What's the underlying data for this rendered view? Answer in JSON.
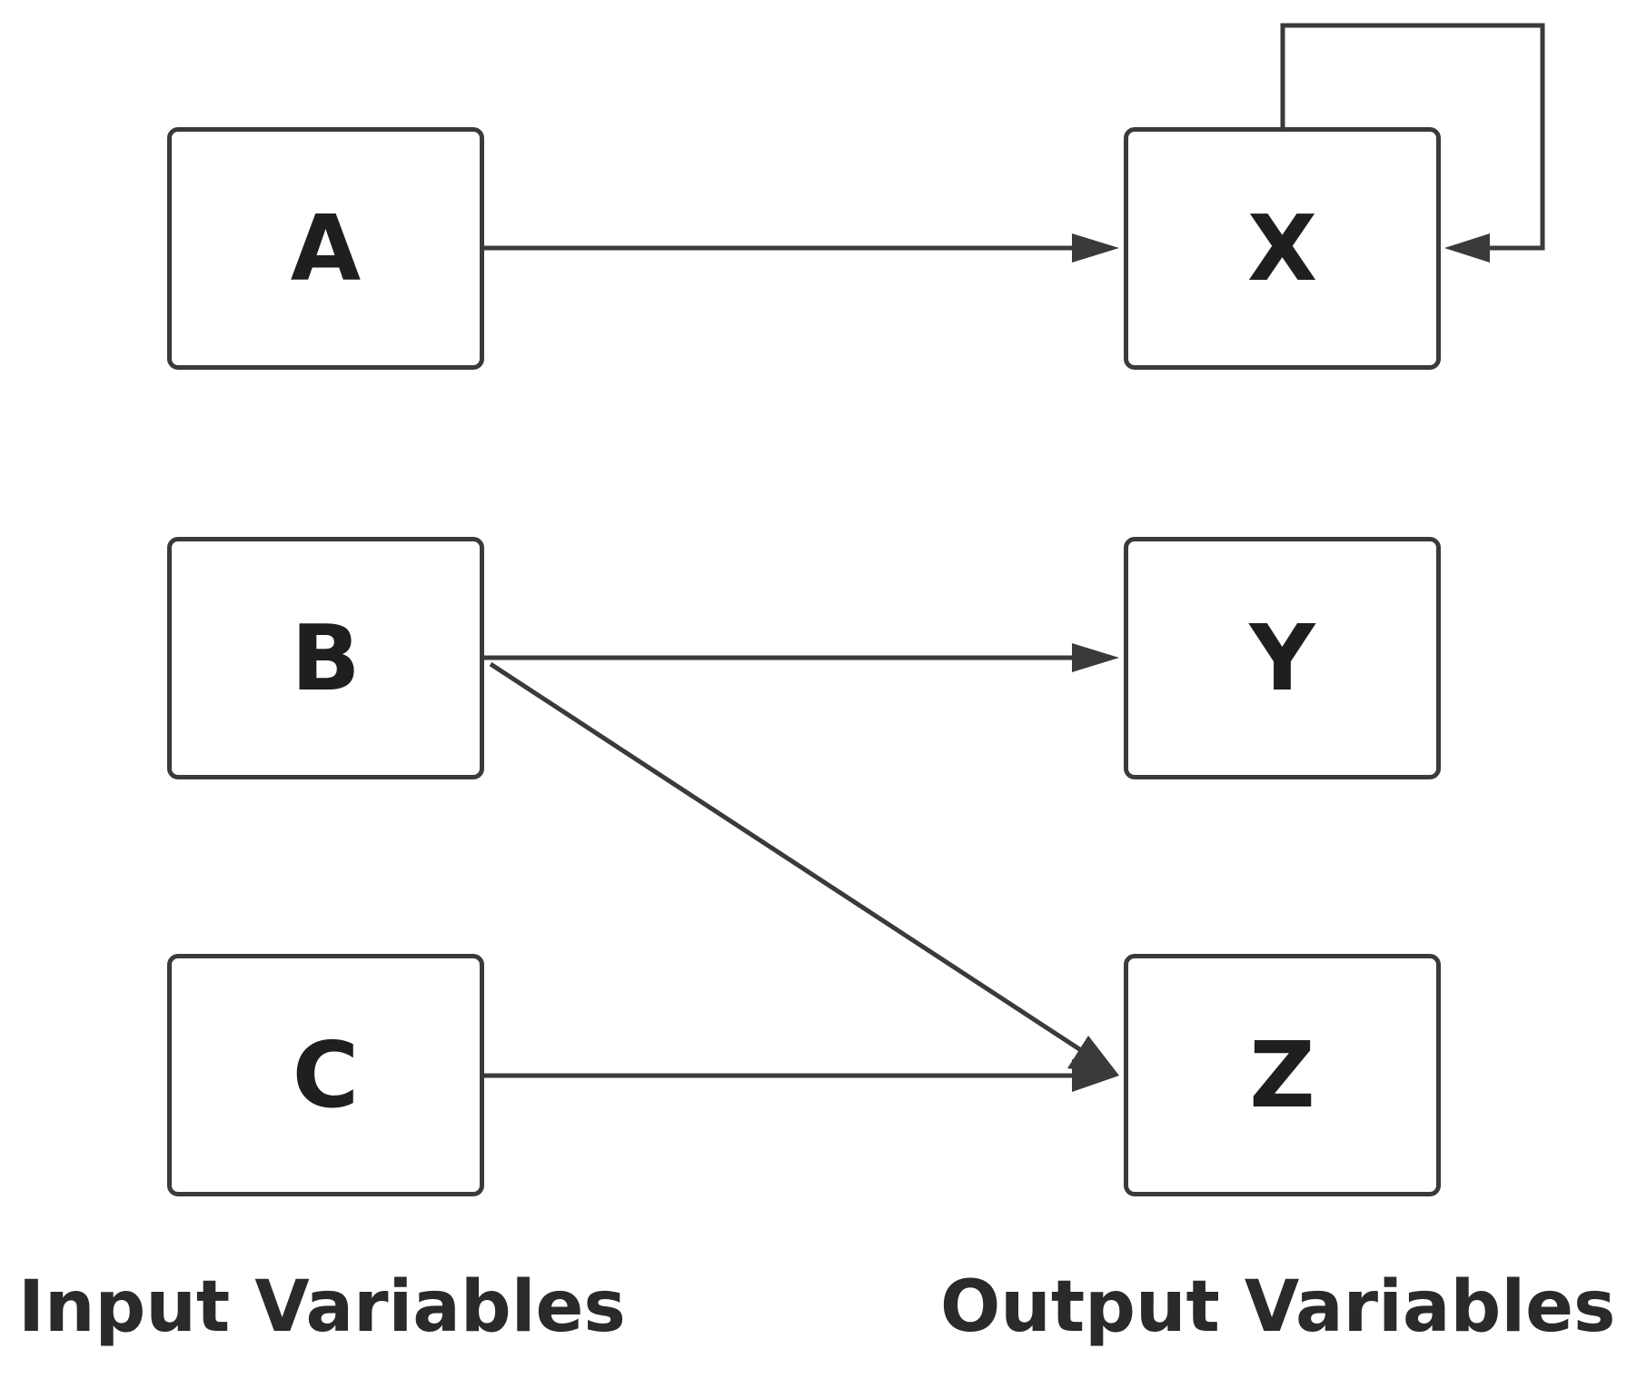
{
  "diagram": {
    "nodes": {
      "a": "A",
      "b": "B",
      "c": "C",
      "x": "X",
      "y": "Y",
      "z": "Z"
    },
    "edges": [
      {
        "from": "A",
        "to": "X"
      },
      {
        "from": "X",
        "to": "X"
      },
      {
        "from": "B",
        "to": "Y"
      },
      {
        "from": "B",
        "to": "Z"
      },
      {
        "from": "C",
        "to": "Z"
      }
    ],
    "captions": {
      "input": "Input Variables",
      "output": "Output Variables"
    },
    "colors": {
      "stroke": "#3a3a3a",
      "text": "#1f1f1f"
    }
  }
}
